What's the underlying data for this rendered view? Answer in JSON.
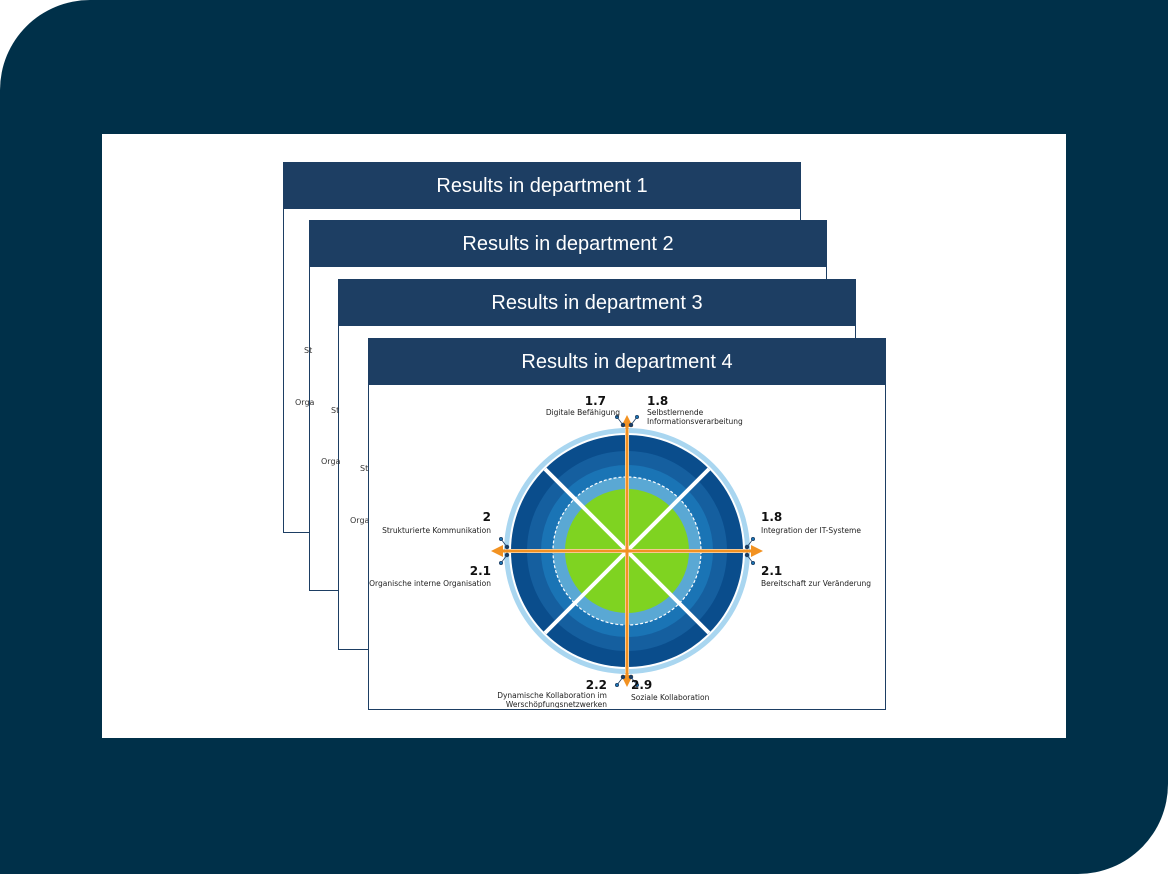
{
  "colors": {
    "frame": "#003049",
    "header": "#1d3e63",
    "accent_orange": "#f29222",
    "ring_dark": "#0a4d8c",
    "ring_mid": "#1a74b5",
    "ring_light": "#5aa8d4",
    "halo": "#a9d6f0",
    "core_green": "#7fd321"
  },
  "cards": [
    {
      "title": "Results in department 1"
    },
    {
      "title": "Results in department 2"
    },
    {
      "title": "Results in department 3"
    },
    {
      "title": "Results in department 4"
    }
  ],
  "peek_labels": {
    "c1_left": "St",
    "c1_org": "Orga",
    "c2_left": "St",
    "c2_org": "Orga",
    "c3_left": "St",
    "c3_org": "Orga"
  },
  "chart_data": {
    "type": "radar",
    "scale": "0 (center) to 4 (outer ring)",
    "axes": [
      {
        "label": "Digitale Befähigung",
        "value": 1.7
      },
      {
        "label": "Selbstlernende Informationsverarbeitung",
        "value": 1.8
      },
      {
        "label": "Integration der IT-Systeme",
        "value": 1.8
      },
      {
        "label": "Bereitschaft zur Veränderung",
        "value": 2.1
      },
      {
        "label": "Soziale Kollaboration",
        "value": 2.9
      },
      {
        "label": "Dynamische Kollaboration im Werschöpfungsnetzwerken",
        "value": 2.2
      },
      {
        "label": "Organische interne Organisation",
        "value": 2.1
      },
      {
        "label": "Strukturierte Kommunikation",
        "value": 2
      }
    ]
  },
  "labels": {
    "ul": {
      "value": "1.7",
      "line1": "Digitale Befähigung"
    },
    "ur": {
      "value": "1.8",
      "line1": "Selbstlernende",
      "line2": "Informationsverarbeitung"
    },
    "ru": {
      "value": "1.8",
      "line1": "Integration der IT-Systeme"
    },
    "rl": {
      "value": "2.1",
      "line1": "Bereitschaft zur Veränderung"
    },
    "br": {
      "value": "2.9",
      "line1": "Soziale Kollaboration"
    },
    "bl": {
      "value": "2.2",
      "line1": "Dynamische Kollaboration im",
      "line2": "Werschöpfungsnetzwerken"
    },
    "ll": {
      "value": "2.1",
      "line1": "Organische interne Organisation"
    },
    "lu": {
      "value": "2",
      "line1": "Strukturierte Kommunikation"
    }
  }
}
